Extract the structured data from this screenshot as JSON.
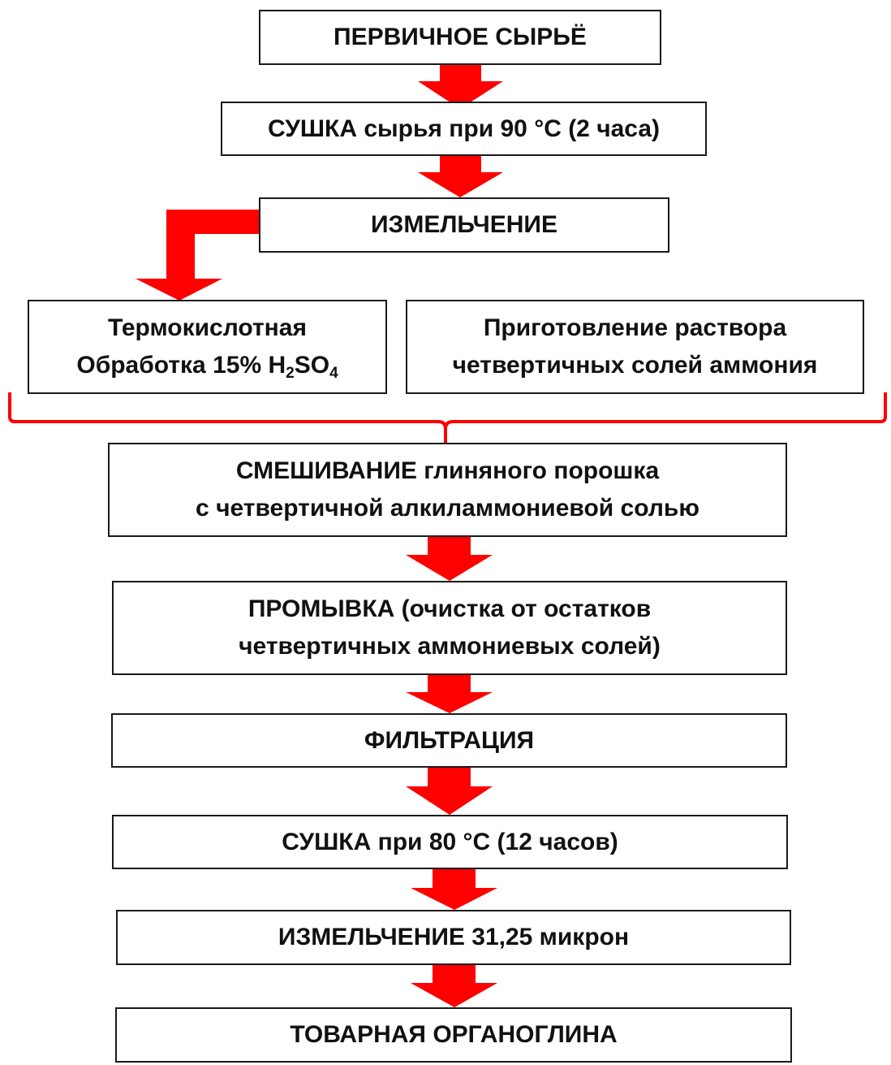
{
  "accent_color": "#ff0000",
  "steps": {
    "raw": "ПЕРВИЧНОЕ СЫРЬЁ",
    "dry1": "СУШКА сырья при 90 °С (2 часа)",
    "grind1": "ИЗМЕЛЬЧЕНИЕ",
    "acid": {
      "line1": "Термокислотная",
      "line2_prefix": "Обработка 15% H",
      "sub1": "2",
      "mid": "SO",
      "sub2": "4"
    },
    "solution": {
      "line1": "Приготовление раствора",
      "line2": "четвертичных солей аммония"
    },
    "mix": {
      "line1": "СМЕШИВАНИЕ глиняного порошка",
      "line2": "с четвертичной алкиламмониевой солью"
    },
    "wash": {
      "line1": "ПРОМЫВКА (очистка от остатков",
      "line2": "четвертичных аммониевых солей)"
    },
    "filter": "ФИЛЬТРАЦИЯ",
    "dry2": "СУШКА при 80 °С (12 часов)",
    "grind2": "ИЗМЕЛЬЧЕНИЕ 31,25 микрон",
    "product": "ТОВАРНАЯ ОРГАНОГЛИНА"
  },
  "arrows": [
    {
      "from": "raw",
      "to": "dry1"
    },
    {
      "from": "dry1",
      "to": "grind1"
    },
    {
      "from": "grind1",
      "to": "acid"
    },
    {
      "from": "acid+solution",
      "to": "mix"
    },
    {
      "from": "mix",
      "to": "wash"
    },
    {
      "from": "wash",
      "to": "filter"
    },
    {
      "from": "filter",
      "to": "dry2"
    },
    {
      "from": "dry2",
      "to": "grind2"
    },
    {
      "from": "grind2",
      "to": "product"
    }
  ]
}
